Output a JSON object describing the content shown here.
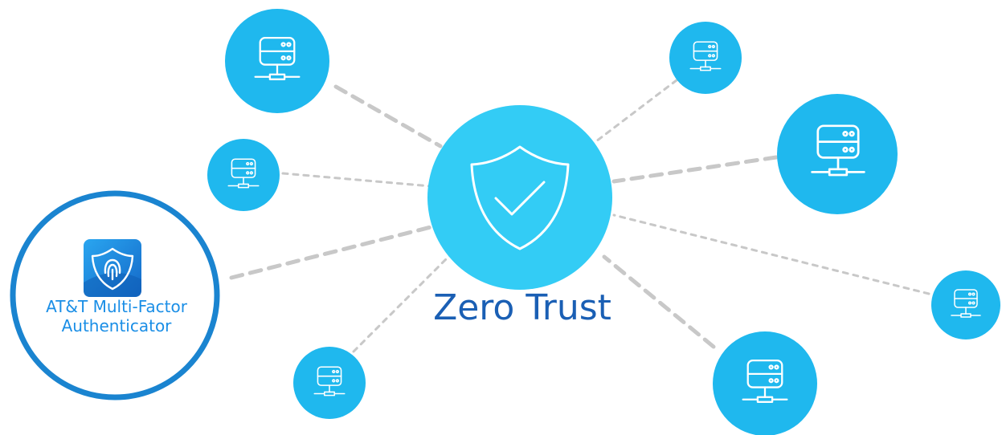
{
  "center": {
    "label": "Zero Trust",
    "icon": "shield-check-icon"
  },
  "mfa_app": {
    "line1": "AT&T Multi-Factor",
    "line2": "Authenticator",
    "icon": "shield-fingerprint-icon"
  },
  "server_node_icon": "server-network-icon",
  "colors": {
    "node_fill": "#1fb8ee",
    "center_fill": "#33ccf5",
    "mfa_ring": "#1a84d0",
    "label_blue": "#1a5fb4",
    "connector": "#c8c8c8",
    "app_tile": "#1a7fd4"
  }
}
